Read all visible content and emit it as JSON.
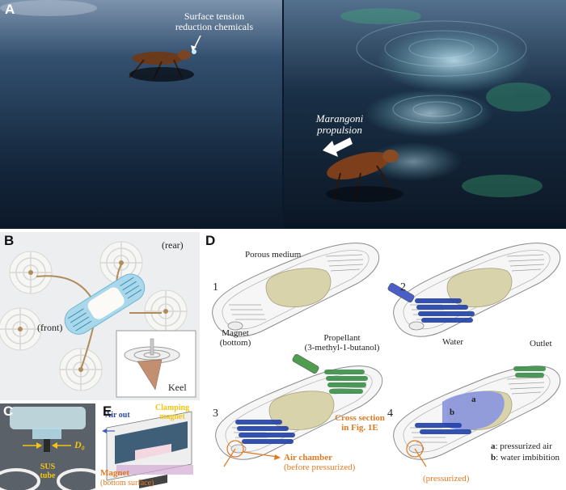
{
  "figure": {
    "panel_a": {
      "label": "A",
      "callout": "Surface tension\nreduction chemicals",
      "propulsion": "Marangoni\npropulsion"
    },
    "panel_b": {
      "label": "B",
      "rear": "(rear)",
      "front": "(front)",
      "keel": "Keel"
    },
    "panel_c": {
      "label": "C",
      "tube": "SUS\ntube",
      "d0": "D₀"
    },
    "panel_e": {
      "label": "E",
      "air_out": "Air out",
      "clamping": "Clamping\nmagnet",
      "magnet": "Magnet",
      "magnet_sub": "(bottom surface)",
      "air_chamber": "Air chamber",
      "air_chamber_sub": "(before pressurized)"
    },
    "panel_d": {
      "label": "D",
      "steps": [
        "1",
        "2",
        "3",
        "4"
      ],
      "porous": "Porous medium",
      "magnet": "Magnet\n(bottom)",
      "water": "Water",
      "propellant": "Propellant\n(3-methyl-1-butanol)",
      "outlet": "Outlet",
      "cross_section": "Cross section\nin Fig. 1E",
      "pressurized": "(pressurized)",
      "legend_a_key": "a",
      "legend_a_text": ": pressurized air",
      "legend_b_key": "b",
      "legend_b_text": ": water imbibition",
      "arrow_a": "a",
      "arrow_b": "b"
    }
  }
}
